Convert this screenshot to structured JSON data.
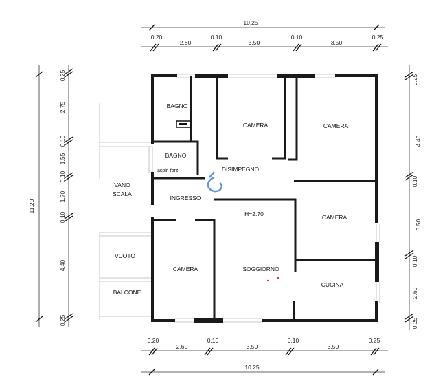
{
  "dimensions": {
    "top_total": "10.25",
    "top_segments": [
      "0.20",
      "2.60",
      "0.10",
      "3.50",
      "0.10",
      "3.50",
      "0.25"
    ],
    "bottom_segments": [
      "0.20",
      "2.60",
      "0.10",
      "3.50",
      "0.10",
      "3.50",
      "0.25"
    ],
    "bottom_total": "10.25",
    "left_total": "11.20",
    "left_segments": [
      "0.25",
      "2.75",
      "0.10",
      "1.55",
      "0.10",
      "1.70",
      "0.10",
      "4.40",
      "0.25"
    ],
    "right_segments": [
      "0.25",
      "4.40",
      "0.10",
      "3.50",
      "0.10",
      "2.60",
      "0.25"
    ]
  },
  "rooms": {
    "bagno_1": "BAGNO",
    "bagno_2": "BAGNO",
    "aspir": "aspir. forz.",
    "camera_1": "CAMERA",
    "camera_2": "CAMERA",
    "camera_3": "CAMERA",
    "camera_4": "CAMERA",
    "disimpegno": "DISIMPEGNO",
    "ingresso": "INGRESSO",
    "height": "H=2.70",
    "soggiorno": "SOGGIORNO",
    "cucina": "CUCINA"
  },
  "outside": {
    "vano": "VANO",
    "scala": "SCALA",
    "vuoto": "VUOTO",
    "balcone": "BALCONE"
  },
  "colors": {
    "wall": "#1a1a1a",
    "logo": "#3a78c9"
  }
}
